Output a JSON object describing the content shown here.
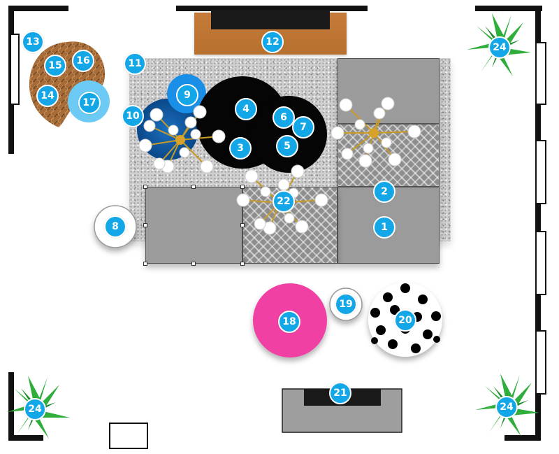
{
  "markers": [
    "1",
    "2",
    "3",
    "4",
    "5",
    "6",
    "7",
    "8",
    "9",
    "10",
    "11",
    "12",
    "13",
    "14",
    "15",
    "16",
    "17",
    "18",
    "19",
    "20",
    "21",
    "22",
    "24",
    "24",
    "24"
  ],
  "colors": {
    "marker": "#14a7e8",
    "wall": "#111111",
    "rug": "#cfcfcf",
    "tile": "#9b9b9b",
    "wood": "#c8813e",
    "wicker": "#a66d3a",
    "pink_ottoman": "#f040a4",
    "blue_rug": "#0b5aa8",
    "light_blue_pouf": "#6ccaf5",
    "plant": "#2fae3c",
    "brass": "#d6a22a"
  },
  "icons": [
    "plant-icon",
    "chandelier-icon",
    "polka-dot-pouf-icon",
    "wicker-chair-icon",
    "media-console-icon",
    "tv-icon"
  ]
}
